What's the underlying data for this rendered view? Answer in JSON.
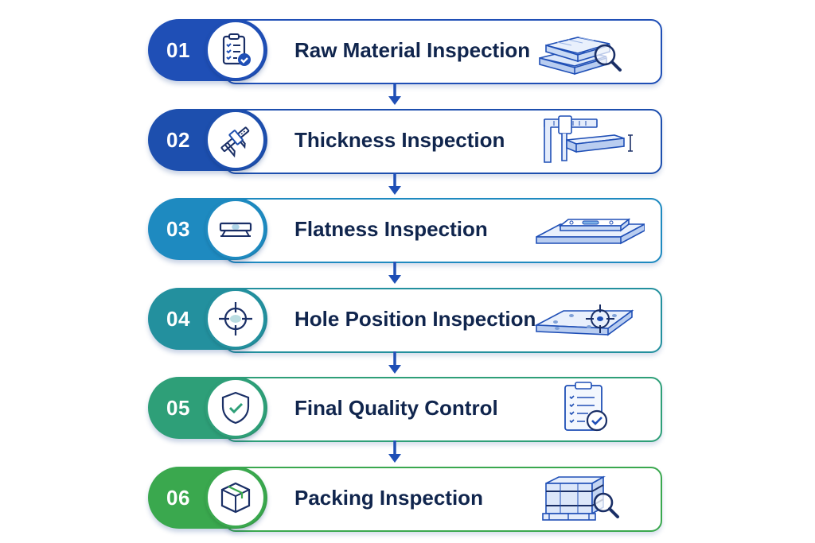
{
  "steps": [
    {
      "number": "01",
      "title": "Raw Material Inspection",
      "color": "#1f4fb6",
      "icon": "clipboard-check-icon",
      "illustration": "material-stack-magnifier-icon"
    },
    {
      "number": "02",
      "title": "Thickness Inspection",
      "color": "#1d4fae",
      "icon": "caliper-icon",
      "illustration": "caliper-measuring-plate-icon"
    },
    {
      "number": "03",
      "title": "Flatness Inspection",
      "color": "#1e8ac0",
      "icon": "spirit-level-icon",
      "illustration": "level-on-plate-icon"
    },
    {
      "number": "04",
      "title": "Hole Position Inspection",
      "color": "#23909e",
      "icon": "crosshair-icon",
      "illustration": "plate-holes-crosshair-icon"
    },
    {
      "number": "05",
      "title": "Final Quality Control",
      "color": "#2e9f78",
      "icon": "shield-check-icon",
      "illustration": "checklist-approved-icon"
    },
    {
      "number": "06",
      "title": "Packing Inspection",
      "color": "#3aa84e",
      "icon": "box-icon",
      "illustration": "crate-magnifier-icon"
    }
  ],
  "arrow_color": "#1f4fb6"
}
